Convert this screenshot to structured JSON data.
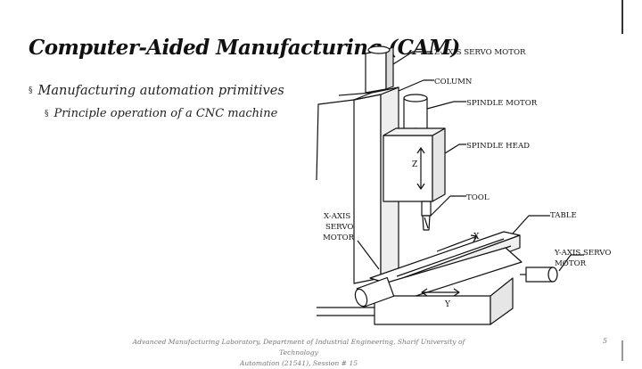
{
  "slide": {
    "title": "Computer-Aided Manufacturing (CAM)",
    "bullets": [
      {
        "text": "Manufacturing automation primitives",
        "marker": "§"
      },
      {
        "text": "Principle operation of a CNC machine",
        "marker": "§"
      }
    ],
    "footer_line1": "Advanced Manufacturing Laboratory, Department of Industrial Engineering, Sharif University of Technology",
    "footer_line2": "Automation (21541), Session # 15",
    "page_number": "5"
  },
  "diagram": {
    "labels": {
      "z_axis_servo_motor": "Z-AXIS SERVO MOTOR",
      "column": "COLUMN",
      "spindle_motor": "SPINDLE MOTOR",
      "spindle_head": "SPINDLE HEAD",
      "tool": "TOOL",
      "table": "TABLE",
      "x_axis_servo_motor_line1": "X-AXIS",
      "x_axis_servo_motor_line2": "SERVO",
      "x_axis_servo_motor_line3": "MOTOR",
      "y_axis_servo_motor_line1": "Y-AXIS SERVO",
      "y_axis_servo_motor_line2": "MOTOR",
      "axis_z": "Z",
      "axis_x": "X",
      "axis_y": "Y"
    }
  }
}
